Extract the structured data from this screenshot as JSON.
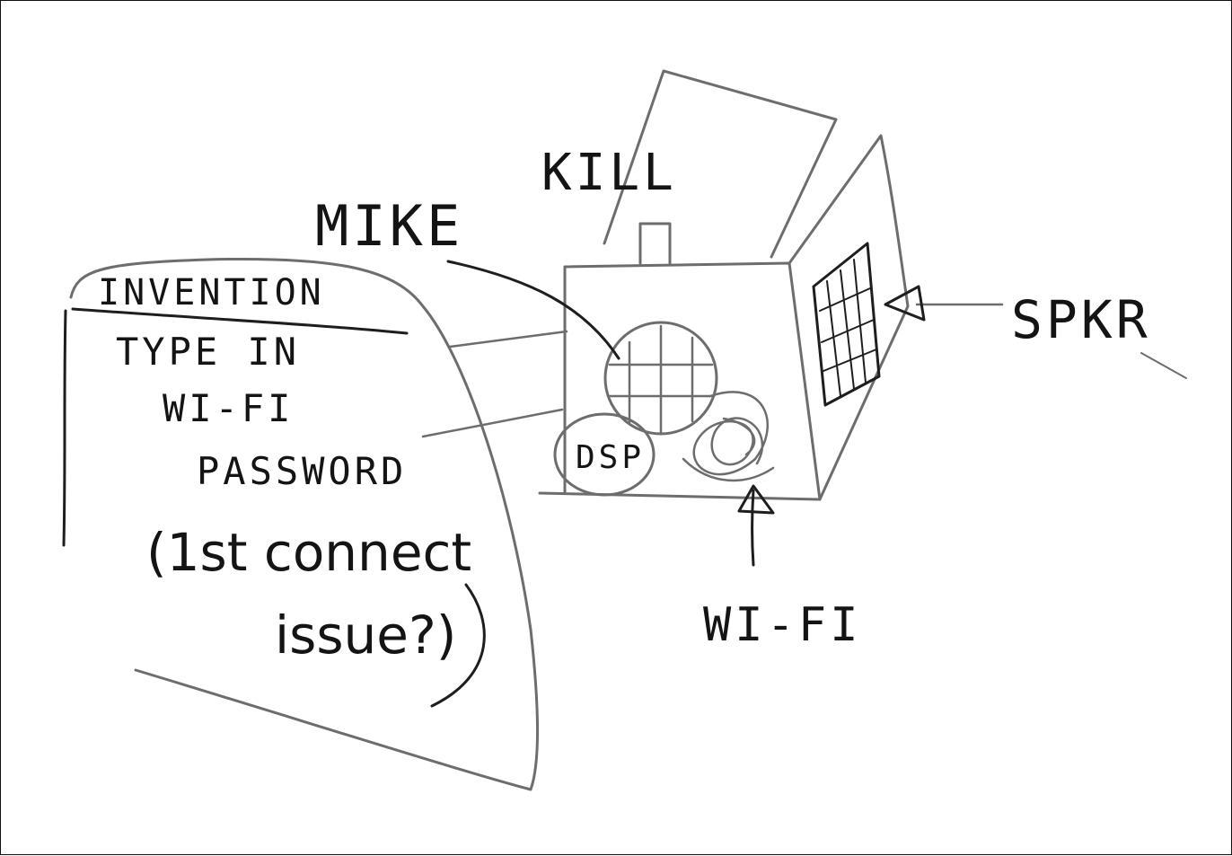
{
  "labels": {
    "kill": "KILL",
    "mike": "MIKE",
    "speaker": "SPKR",
    "wifi": "WI-FI",
    "dsp": "DSP"
  },
  "callout": {
    "header": "INVENTION",
    "line1": "TYPE IN",
    "line2": "WI-FI",
    "line3": "PASSWORD",
    "note1": "(1st connect",
    "note2": "issue?)"
  },
  "colors": {
    "ink": "#1e1e1e",
    "pencil": "#6d6d6d",
    "paper": "#ffffff"
  }
}
